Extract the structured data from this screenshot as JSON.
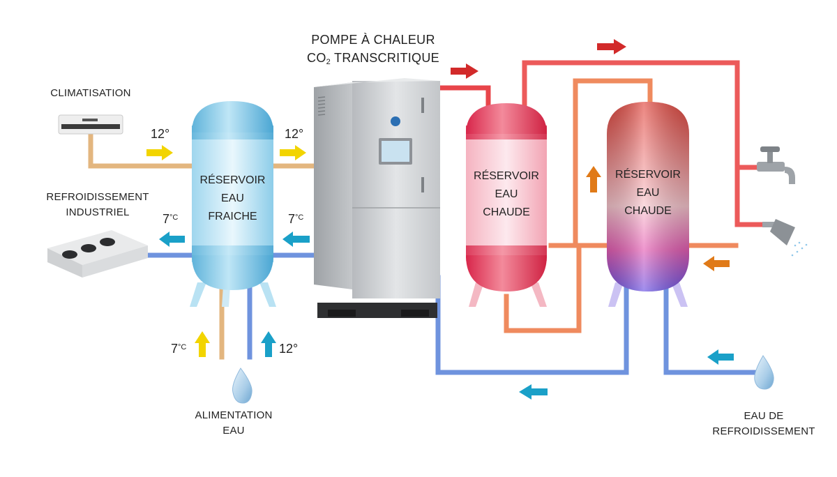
{
  "title": {
    "line1": "POMPE À CHALEUR",
    "line2_prefix": "CO",
    "line2_sub": "2",
    "line2_suffix": " TRANSCRITIQUE"
  },
  "labels": {
    "climatisation": "CLIMATISATION",
    "refroid_line1": "REFROIDISSEMENT",
    "refroid_line2": "INDUSTRIEL",
    "alim_line1": "ALIMENTATION",
    "alim_line2": "EAU",
    "eau_refroid_line1": "EAU DE",
    "eau_refroid_line2": "REFROIDISSEMENT"
  },
  "tanks": {
    "fresh": {
      "line1": "RÉSERVOIR",
      "line2": "EAU",
      "line3": "FRAICHE"
    },
    "hot1": {
      "line1": "RÉSERVOIR",
      "line2": "EAU",
      "line3": "CHAUDE"
    },
    "hot2": {
      "line1": "RÉSERVOIR",
      "line2": "EAU",
      "line3": "CHAUDE"
    }
  },
  "temperatures": {
    "clim_in": "12°",
    "pump_in": "12°",
    "refroid_out_num": "7",
    "refroid_out_unit": "°C",
    "pump_out_num": "7",
    "pump_out_unit": "°C",
    "supply_left_num": "7",
    "supply_left_unit": "°C",
    "supply_right": "12°"
  },
  "colors": {
    "hot_pipe": "#e8454a",
    "warm_pipe": "#ec7b4f",
    "tan_pipe": "#e3b67f",
    "cold_pipe": "#5b82d8",
    "arrow_yellow": "#f2d400",
    "arrow_blue": "#1aa0c8",
    "arrow_red": "#d22a2a",
    "arrow_orange": "#e07a18",
    "fresh_tank": "#6ec1e4",
    "hot_tank": "#e23c55",
    "pump_body": "#d7d9dc"
  }
}
